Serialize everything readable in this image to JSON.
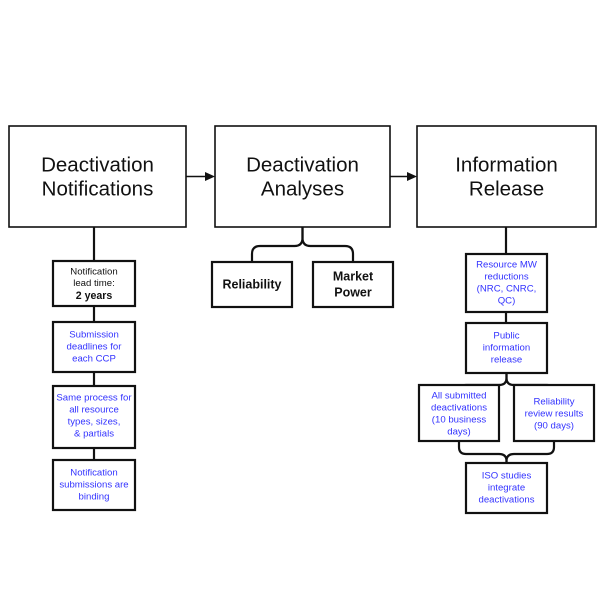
{
  "diagram": {
    "title_hidden": "",
    "colors": {
      "blue_text": "#3333ff",
      "black_text": "#111111",
      "box_stroke": "#111111",
      "background": "#ffffff"
    },
    "stages": [
      {
        "id": "deactivation-notifications",
        "line1": "Deactivation",
        "line2": "Notifications"
      },
      {
        "id": "deactivation-analyses",
        "line1": "Deactivation",
        "line2": "Analyses"
      },
      {
        "id": "information-release",
        "line1": "Information",
        "line2": "Release"
      }
    ],
    "notifications_chain": [
      {
        "id": "notification-lead-time",
        "lines": [
          "Notification",
          "lead time:",
          "2 years"
        ],
        "styles": [
          "black",
          "black",
          "black-bold"
        ]
      },
      {
        "id": "submission-deadlines",
        "lines": [
          "Submission",
          "deadlines for",
          "each CCP"
        ],
        "styles": [
          "blue",
          "blue",
          "blue"
        ]
      },
      {
        "id": "same-process",
        "lines": [
          "Same process for",
          "all resource",
          "types, sizes,",
          "& partials"
        ],
        "styles": [
          "blue",
          "blue",
          "blue",
          "blue"
        ]
      },
      {
        "id": "notification-binding",
        "lines": [
          "Notification",
          "submissions are",
          "binding"
        ],
        "styles": [
          "blue",
          "blue",
          "blue"
        ]
      }
    ],
    "analyses_children": [
      {
        "id": "reliability",
        "lines": [
          "Reliability"
        ],
        "styles": [
          "analysis"
        ]
      },
      {
        "id": "market-power",
        "lines": [
          "Market",
          "Power"
        ],
        "styles": [
          "analysis",
          "analysis"
        ]
      }
    ],
    "release_chain": [
      {
        "id": "resource-mw-reductions",
        "lines": [
          "Resource MW",
          "reductions",
          "(NRC, CNRC,",
          "QC)"
        ],
        "styles": [
          "blue",
          "blue",
          "blue",
          "blue"
        ]
      },
      {
        "id": "public-information-release",
        "lines": [
          "Public",
          "information",
          "release"
        ],
        "styles": [
          "blue",
          "blue",
          "blue"
        ]
      }
    ],
    "release_children": [
      {
        "id": "all-submitted-deactivations",
        "lines": [
          "All submitted",
          "deactivations",
          "(10 business",
          "days)"
        ],
        "styles": [
          "blue",
          "blue",
          "blue",
          "blue"
        ]
      },
      {
        "id": "reliability-review-results",
        "lines": [
          "Reliability",
          "review results",
          "(90 days)"
        ],
        "styles": [
          "blue",
          "blue",
          "blue"
        ]
      }
    ],
    "release_merge": [
      {
        "id": "iso-studies",
        "lines": [
          "ISO studies",
          "integrate",
          "deactivations"
        ],
        "styles": [
          "blue",
          "blue",
          "blue"
        ]
      }
    ]
  }
}
